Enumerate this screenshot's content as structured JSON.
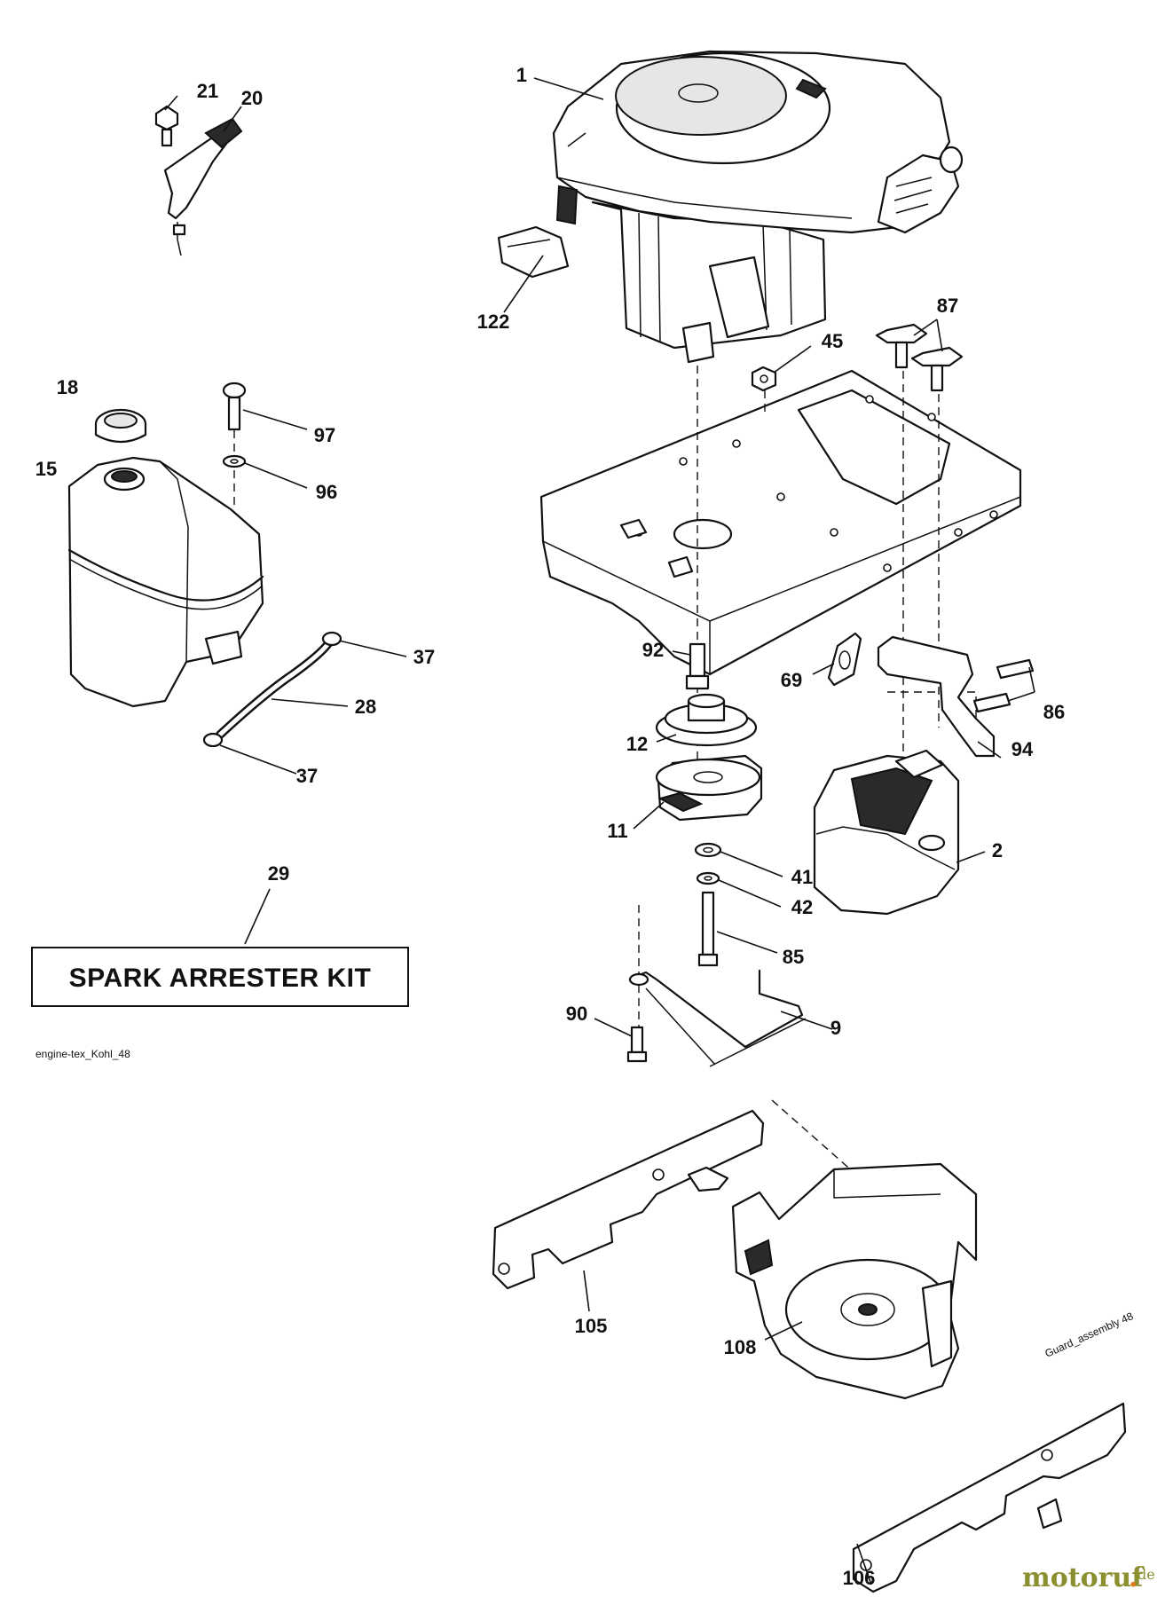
{
  "diagram": {
    "kit_label": "SPARK ARRESTER KIT",
    "drawing_ref": "engine-tex_Kohl_48",
    "guard_note": "Guard_assembly 48",
    "watermark": {
      "main": "motoruf",
      "dot": ".",
      "tld": "de"
    },
    "callouts": {
      "c1": "1",
      "c2": "2",
      "c9": "9",
      "c11": "11",
      "c12": "12",
      "c15": "15",
      "c18": "18",
      "c20": "20",
      "c21": "21",
      "c28": "28",
      "c29": "29",
      "c37a": "37",
      "c37b": "37",
      "c41": "41",
      "c42": "42",
      "c45": "45",
      "c69": "69",
      "c85": "85",
      "c86": "86",
      "c87": "87",
      "c90": "90",
      "c92": "92",
      "c94": "94",
      "c96": "96",
      "c97": "97",
      "c105": "105",
      "c106": "106",
      "c108": "108",
      "c122": "122"
    }
  }
}
